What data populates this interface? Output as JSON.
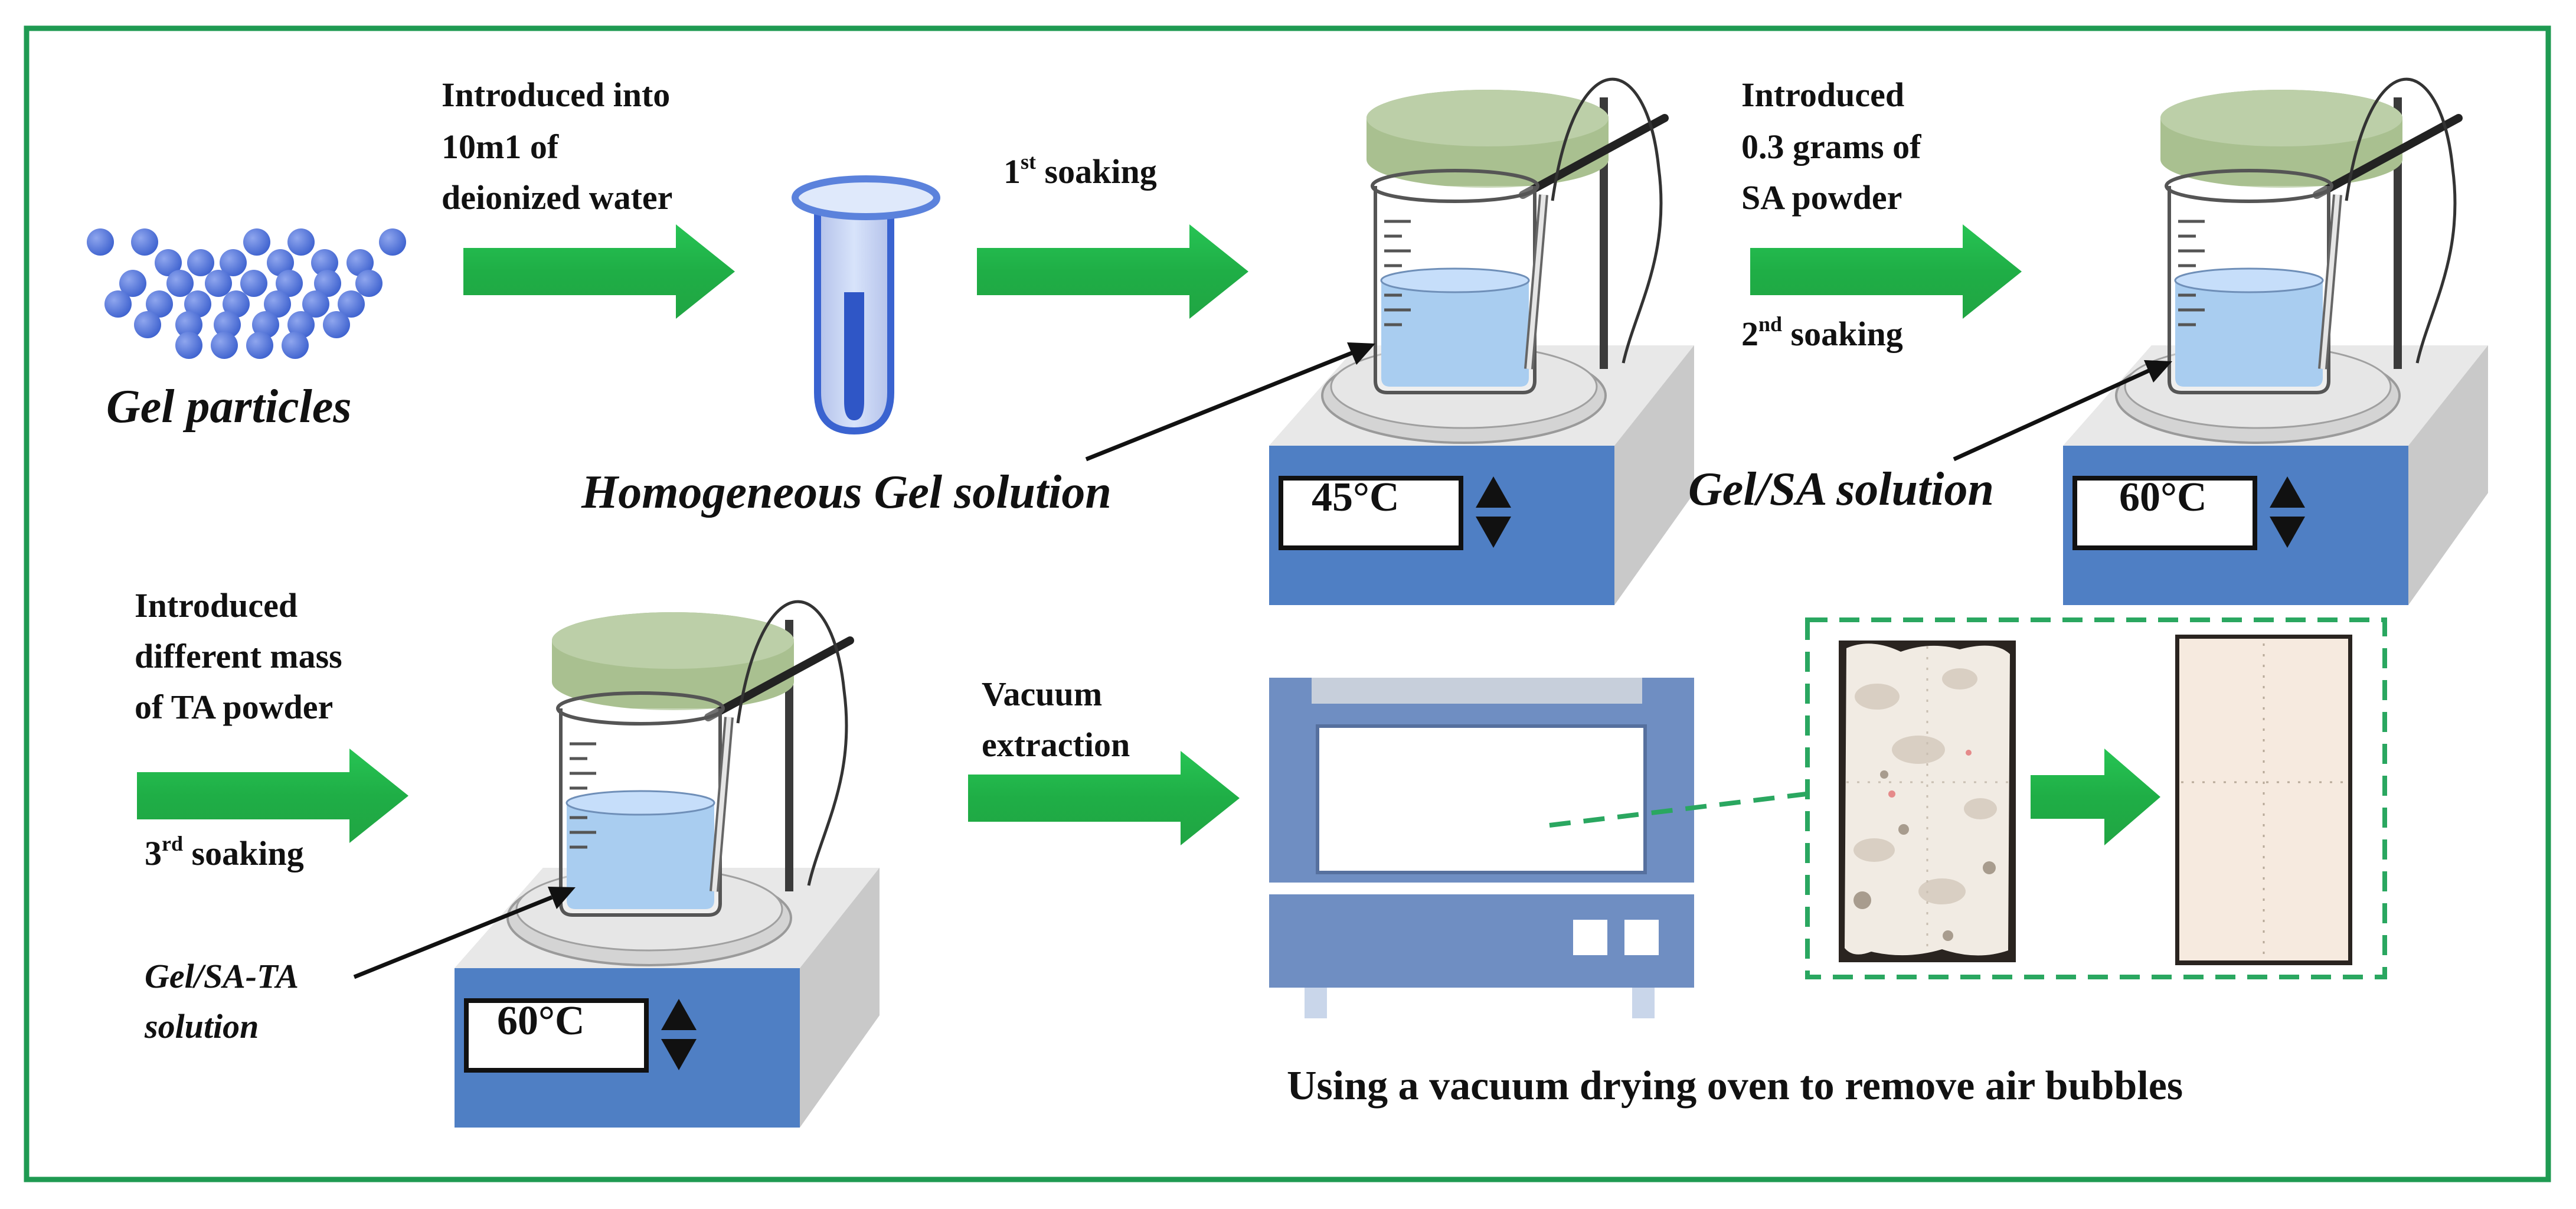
{
  "colors": {
    "frame": "#1f9a52",
    "arrow": "#22b24c",
    "particle": "#4a6fd6",
    "panel": "#4f7fc4",
    "lid": "#a9c090",
    "liquid": "#a9cdf0",
    "dashed_box": "#2aa760"
  },
  "gel_particles": "Gel particles",
  "step1": {
    "line1": "Introduced into",
    "line2": "10m1 of",
    "line3": "deionized water"
  },
  "soak1": {
    "ord": "1",
    "sup": "st",
    "rest": " soaking"
  },
  "homogeneous": "Homogeneous Gel solution",
  "stirrer1_temp": "45°C",
  "step2": {
    "line1": "Introduced",
    "line2": "0.3 grams of",
    "line3": "SA powder"
  },
  "soak2": {
    "ord": "2",
    "sup": "nd",
    "rest": " soaking"
  },
  "gel_sa": "Gel/SA solution",
  "stirrer2_temp": "60°C",
  "step3": {
    "line1": "Introduced",
    "line2": "different mass",
    "line3": "of  TA powder"
  },
  "soak3": {
    "ord": "3",
    "sup": "rd",
    "rest": " soaking"
  },
  "gel_sa_ta": {
    "line1": "Gel/SA-TA",
    "line2": "solution"
  },
  "stirrer3_temp": "60°C",
  "vacuum": {
    "line1": "Vacuum",
    "line2": "extraction"
  },
  "oven_caption": "Using a vacuum drying oven to remove air bubbles",
  "icons": [
    "gel-particles-icon",
    "test-tube-icon",
    "magnetic-stirrer-icon",
    "vacuum-oven-icon",
    "arrow-right-icon",
    "up-down-arrow-icon"
  ]
}
